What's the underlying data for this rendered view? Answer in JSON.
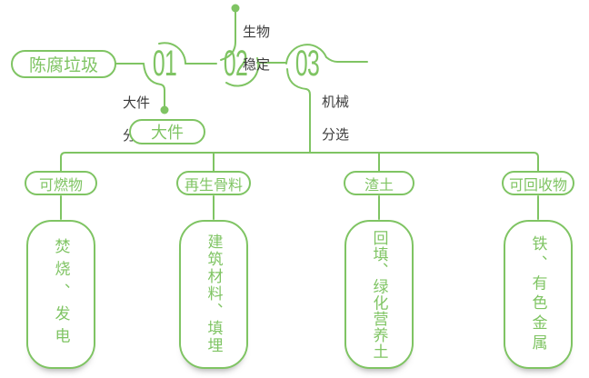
{
  "colors": {
    "accent_green": "#7fc463",
    "label_text": "#3c3c3c",
    "background": "#ffffff"
  },
  "flow": {
    "source_label": "陈腐垃圾",
    "stages": [
      {
        "number": "01",
        "label_line1": "大件",
        "label_line2": "分选",
        "output_label": "大件"
      },
      {
        "number": "02",
        "label_line1": "生物",
        "label_line2": "稳定"
      },
      {
        "number": "03",
        "label_line1": "机械",
        "label_line2": "分选"
      }
    ]
  },
  "categories": [
    {
      "name": "可燃物",
      "result": "焚烧、发电"
    },
    {
      "name": "再生骨料",
      "result": "建筑材料、填埋"
    },
    {
      "name": "渣土",
      "result": "回填、绿化营养土"
    },
    {
      "name": "可回收物",
      "result": "铁、有色金属"
    }
  ]
}
